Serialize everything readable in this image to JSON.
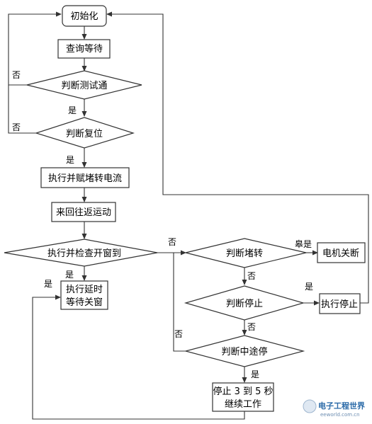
{
  "nodes": {
    "init": "初始化",
    "query_wait": "查询等待",
    "judge_test": "判断测试通",
    "judge_reset": "判断复位",
    "exec_stall_current": "执行并赋堵转电流",
    "move_back_forth": "来回往返运动",
    "exec_check_window": "执行并检查开窗到",
    "exec_delay": [
      "执行延时",
      "等待关窗"
    ],
    "judge_stall": "判断堵转",
    "motor_off": "电机关断",
    "judge_stop": "判断停止",
    "exec_stop": "执行停止",
    "judge_midway_stop": "判断中途停",
    "pause_continue": [
      "停止 3 到 5 秒",
      "继续工作"
    ]
  },
  "labels": {
    "yes": "是",
    "no": "否",
    "yes_alt": "皋是"
  },
  "watermark": {
    "brand": "电子工程世界",
    "site": "eeworld.com.cn"
  },
  "colors": {
    "stroke": "#333333",
    "watermark": "#2a6aa8"
  }
}
